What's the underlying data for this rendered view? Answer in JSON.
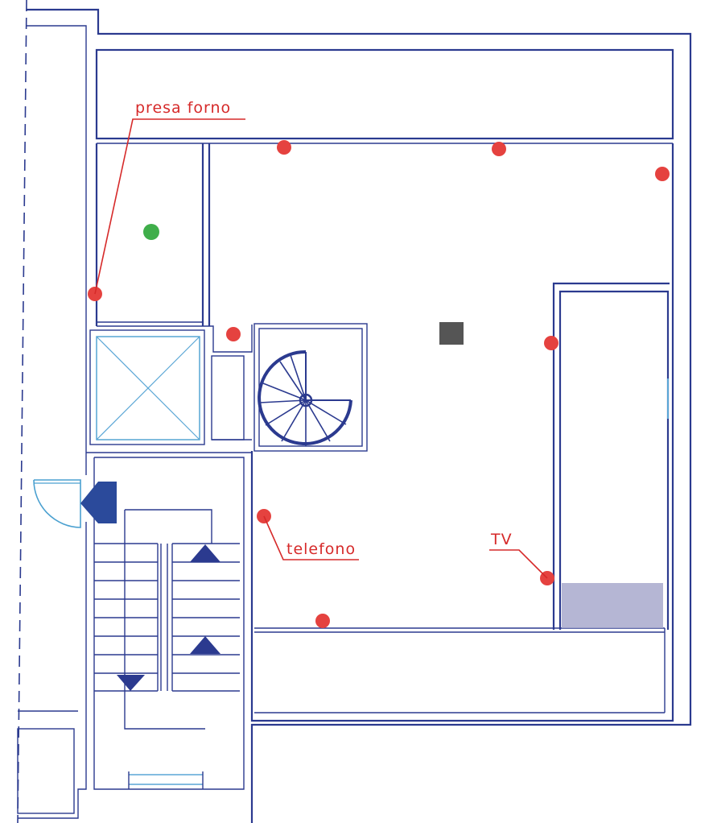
{
  "labels": {
    "oven_outlet": "presa forno",
    "phone": "telefono",
    "tv": "TV"
  },
  "colors": {
    "wall": "#2b3a8f",
    "outlet": "#e5423f",
    "light_point": "#3fae4a",
    "fixture": "#555555",
    "hatch": "#a8a9cc",
    "window": "#5aa6d6",
    "label": "#d62a2a"
  }
}
